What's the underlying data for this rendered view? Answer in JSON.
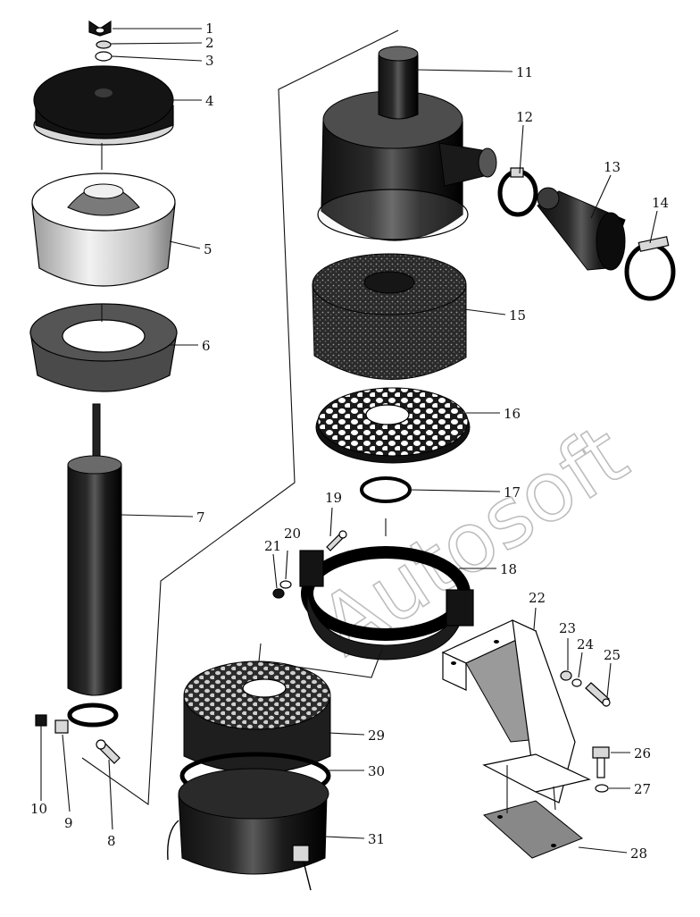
{
  "watermark": "Autosoft",
  "callouts": [
    {
      "id": "1",
      "label": "1"
    },
    {
      "id": "2",
      "label": "2"
    },
    {
      "id": "3",
      "label": "3"
    },
    {
      "id": "4",
      "label": "4"
    },
    {
      "id": "5",
      "label": "5"
    },
    {
      "id": "6",
      "label": "6"
    },
    {
      "id": "7",
      "label": "7"
    },
    {
      "id": "8",
      "label": "8"
    },
    {
      "id": "9",
      "label": "9"
    },
    {
      "id": "10",
      "label": "10"
    },
    {
      "id": "11",
      "label": "11"
    },
    {
      "id": "12",
      "label": "12"
    },
    {
      "id": "13",
      "label": "13"
    },
    {
      "id": "14",
      "label": "14"
    },
    {
      "id": "15",
      "label": "15"
    },
    {
      "id": "16",
      "label": "16"
    },
    {
      "id": "17",
      "label": "17"
    },
    {
      "id": "18",
      "label": "18"
    },
    {
      "id": "19",
      "label": "19"
    },
    {
      "id": "20",
      "label": "20"
    },
    {
      "id": "21",
      "label": "21"
    },
    {
      "id": "22",
      "label": "22"
    },
    {
      "id": "23",
      "label": "23"
    },
    {
      "id": "24",
      "label": "24"
    },
    {
      "id": "25",
      "label": "25"
    },
    {
      "id": "26",
      "label": "26"
    },
    {
      "id": "27",
      "label": "27"
    },
    {
      "id": "28",
      "label": "28"
    },
    {
      "id": "29",
      "label": "29"
    },
    {
      "id": "30",
      "label": "30"
    },
    {
      "id": "31",
      "label": "31"
    }
  ]
}
